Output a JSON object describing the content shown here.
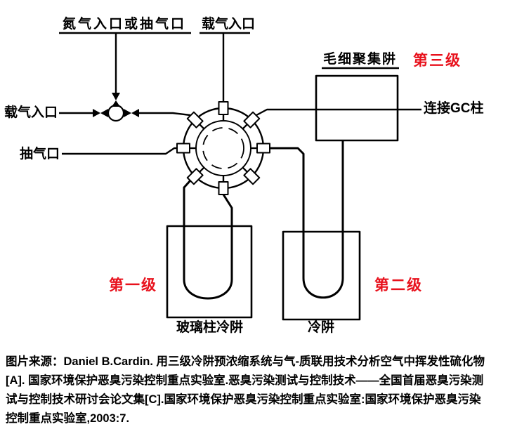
{
  "colors": {
    "stage_red": "#e8111c",
    "line": "#000000"
  },
  "diagram": {
    "labels": {
      "nitrogen_inlet": "氮气入口或抽气口",
      "carrier_inlet_top": "载气入口",
      "carrier_inlet_left": "载气入口",
      "vacuum_port": "抽气口",
      "capillary_trap": "毛细聚集阱",
      "gc_column": "连接GC柱",
      "glass_column_trap": "玻璃柱冷阱",
      "cold_trap": "冷阱"
    },
    "stages": {
      "first": "第一级",
      "second": "第二级",
      "third": "第三级"
    }
  },
  "caption": {
    "lines": [
      "图片来源：Daniel B.Cardin. 用三级冷阱预浓缩系统与气-质联用技术分析空气中挥发性硫化物",
      "[A]. 国家环境保护恶臭污染控制重点实验室.恶臭污染测试与控制技术——全国首届恶臭污染测",
      "试与控制技术研讨会论文集[C].国家环境保护恶臭污染控制重点实验室:国家环境保护恶臭污染",
      "控制重点实验室,2003:7."
    ]
  }
}
